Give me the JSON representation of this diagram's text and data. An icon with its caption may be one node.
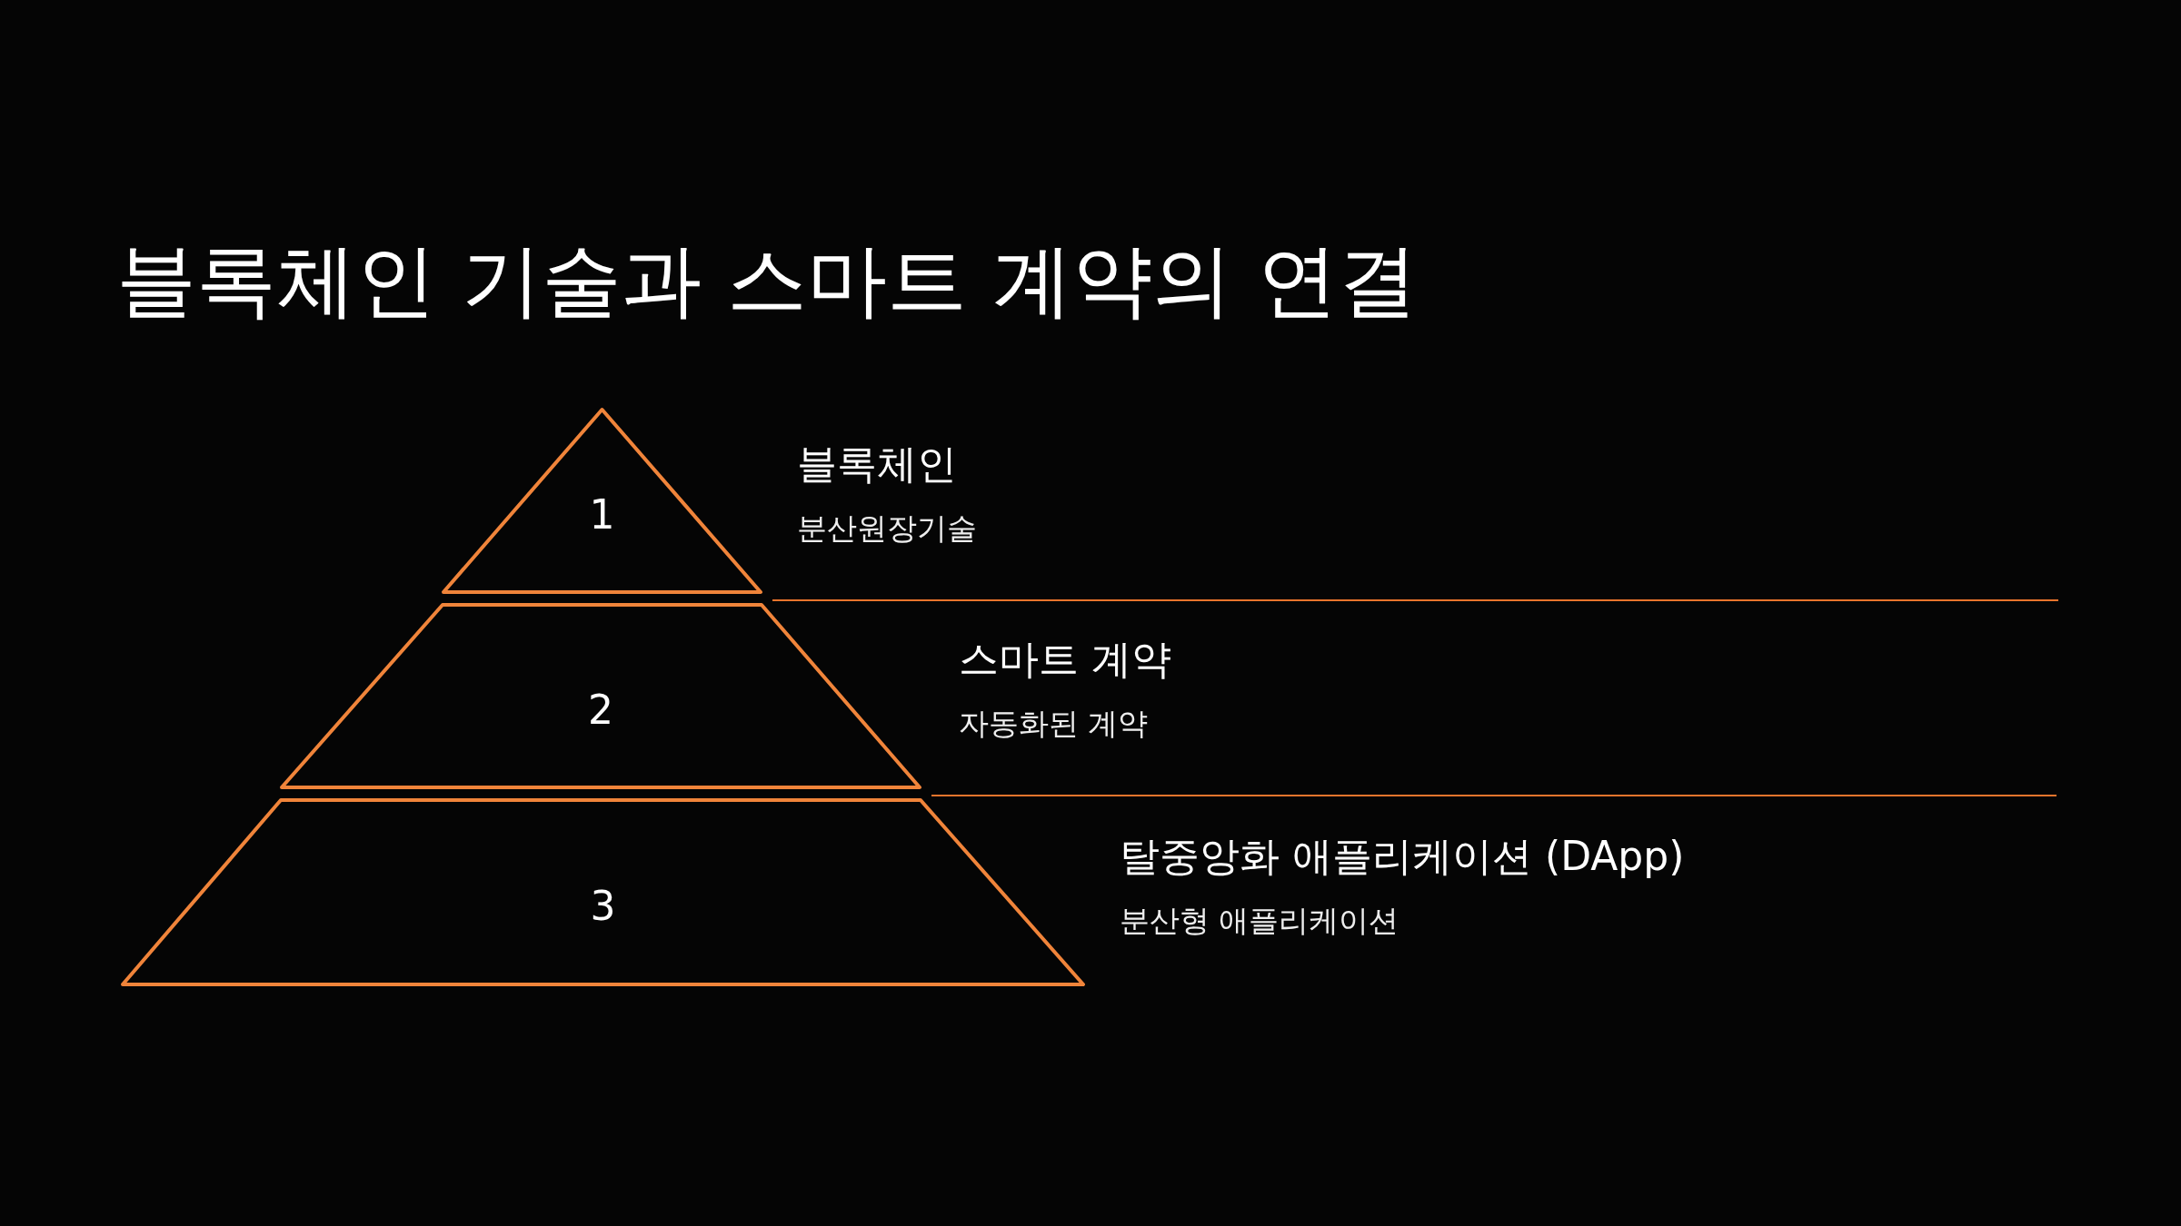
{
  "diagram": {
    "title": "블록체인 기술과 스마트 계약의 연결",
    "nodes": [
      {
        "text": [
          "1"
        ],
        "beside": [
          "블록체인",
          "분산원장기술"
        ]
      },
      {
        "text": [
          "2"
        ],
        "beside": [
          "스마트 계약",
          "자동화된 계약"
        ]
      },
      {
        "text": [
          "3"
        ],
        "beside": [
          "탈중앙화 애플리케이션 (DApp)",
          "분산형 애플리케이션"
        ]
      }
    ],
    "edges": []
  }
}
